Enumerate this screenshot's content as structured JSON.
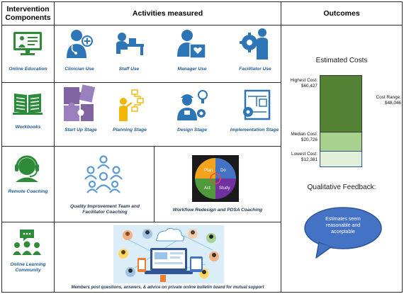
{
  "headers": {
    "components": "Intervention Components",
    "activities": "Activities measured",
    "outcomes": "Outcomes"
  },
  "components": [
    {
      "label": "Online Education",
      "icon": "monitor-presenter-icon",
      "color": "#2e8b3a"
    },
    {
      "label": "Workbooks",
      "icon": "open-book-icon",
      "color": "#2e8b3a"
    },
    {
      "label": "Remote Coaching",
      "icon": "headset-person-icon",
      "color": "#2e8b3a"
    },
    {
      "label": "Online Learning Community",
      "icon": "group-chat-icon",
      "color": "#2e8b3a"
    }
  ],
  "activities": {
    "online_education": [
      {
        "label": "Clinician Use",
        "icon": "clinician-icon"
      },
      {
        "label": "Staff Use",
        "icon": "staff-desk-icon"
      },
      {
        "label": "Manager Use",
        "icon": "manager-box-icon"
      },
      {
        "label": "Facilitator Use",
        "icon": "facilitator-gear-icon"
      }
    ],
    "workbooks": [
      {
        "label": "Start Up Stage",
        "icon": "puzzle-icon"
      },
      {
        "label": "Planning Stage",
        "icon": "planning-flowchart-icon"
      },
      {
        "label": "Design Stage",
        "icon": "design-worker-icon"
      },
      {
        "label": "Implementation Stage",
        "icon": "blueprint-gear-icon"
      }
    ],
    "remote_coaching": [
      {
        "label": "Quality Improvement Team and Facilitator Coaching",
        "icon": "team-circle-icon"
      },
      {
        "label": "Workflow Redesign and PDSA Coaching",
        "icon": "pdsa-cycle-icon"
      }
    ],
    "pdsa": {
      "plan": "Plan",
      "do": "Do",
      "study": "Study",
      "act": "Act"
    },
    "community": {
      "label": "Members post questions, answers, & advice on private online bulletin board for mutual support",
      "icon": "online-community-illustration"
    }
  },
  "outcomes": {
    "estimated_costs": {
      "title": "Estimated Costs",
      "highest": "Highest Cost:\n$60,427",
      "range": "Cost Range:\n$48,046",
      "median": "Median Cost:\n$20,726",
      "lowest": "Lowest Cost:\n$12,381",
      "colors": {
        "high": "#548235",
        "median": "#a9d18e",
        "low": "#e2f0d9",
        "border": "#2f5597"
      }
    },
    "qualitative": {
      "title": "Qualitative Feedback:",
      "bubble": "Estimates seem reasonable and acceptable",
      "bubble_color": "#4472c4"
    }
  }
}
